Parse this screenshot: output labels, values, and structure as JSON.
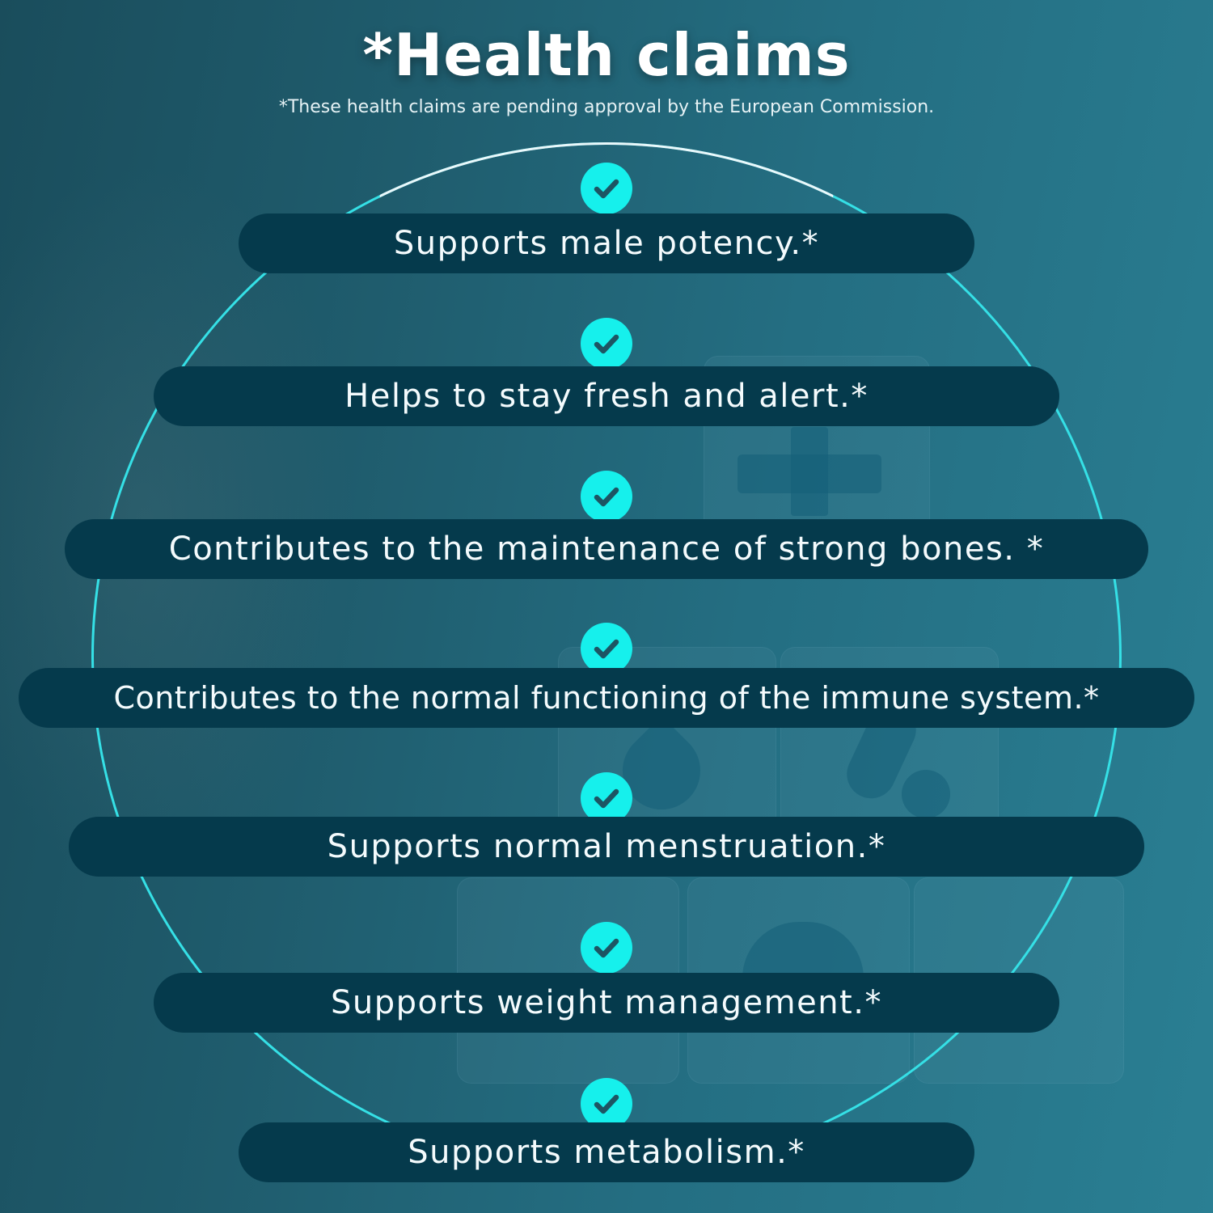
{
  "header": {
    "title": "*Health claims",
    "subtitle": "*These health claims are pending approval by the European Commission."
  },
  "colors": {
    "background_dark": "#1a4d5c",
    "background_light": "#2a7f93",
    "pill": "#053a4c",
    "check_circle": "#16f0ec",
    "check_mark": "#1d5563",
    "ring": "#35e0e6",
    "text": "#ffffff"
  },
  "claims": [
    {
      "label": "Supports male potency.*",
      "icon": "check-circle-icon"
    },
    {
      "label": "Helps to stay fresh and alert.*",
      "icon": "check-circle-icon"
    },
    {
      "label": "Contributes to the maintenance of strong bones. *",
      "icon": "check-circle-icon"
    },
    {
      "label": "Contributes to the normal functioning of the immune system.*",
      "icon": "check-circle-icon"
    },
    {
      "label": "Supports normal menstruation.*",
      "icon": "check-circle-icon"
    },
    {
      "label": "Supports weight management.*",
      "icon": "check-circle-icon"
    },
    {
      "label": "Supports metabolism.*",
      "icon": "check-circle-icon"
    }
  ]
}
